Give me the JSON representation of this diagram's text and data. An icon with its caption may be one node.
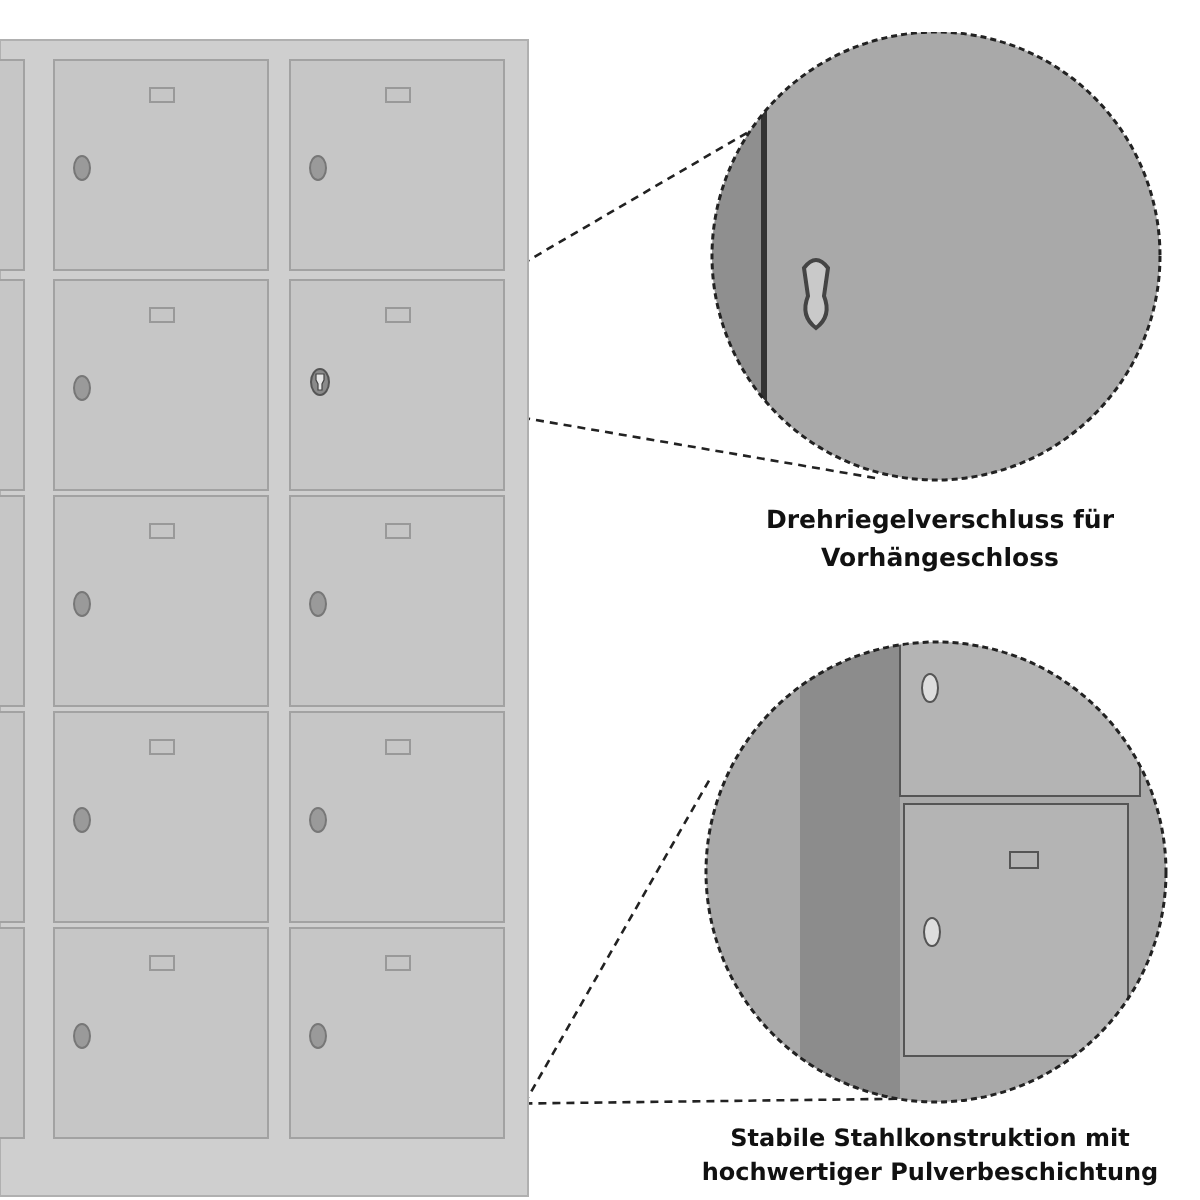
{
  "diagram": {
    "nodes": [
      {
        "text": [],
        "shape": "picture"
      },
      {
        "text": [],
        "shape": "picture",
        "in": 0
      },
      {
        "text": [
          "Drehriegelverschluss für Vorhängeschloss"
        ]
      },
      {
        "text": [
          "Stabile Stahlkonstruktion mit hochwertiger Pulverbeschichtung"
        ]
      }
    ],
    "edges": [
      {
        "from": 1,
        "to": 2,
        "arrow": "none",
        "style": "dashed"
      },
      {
        "from": 1,
        "to": 2,
        "arrow": "none",
        "style": "dashed"
      },
      {
        "from": 0,
        "to": 3,
        "arrow": "none",
        "style": "dashed"
      },
      {
        "from": 0,
        "to": 3,
        "arrow": "none",
        "style": "dashed"
      }
    ]
  }
}
